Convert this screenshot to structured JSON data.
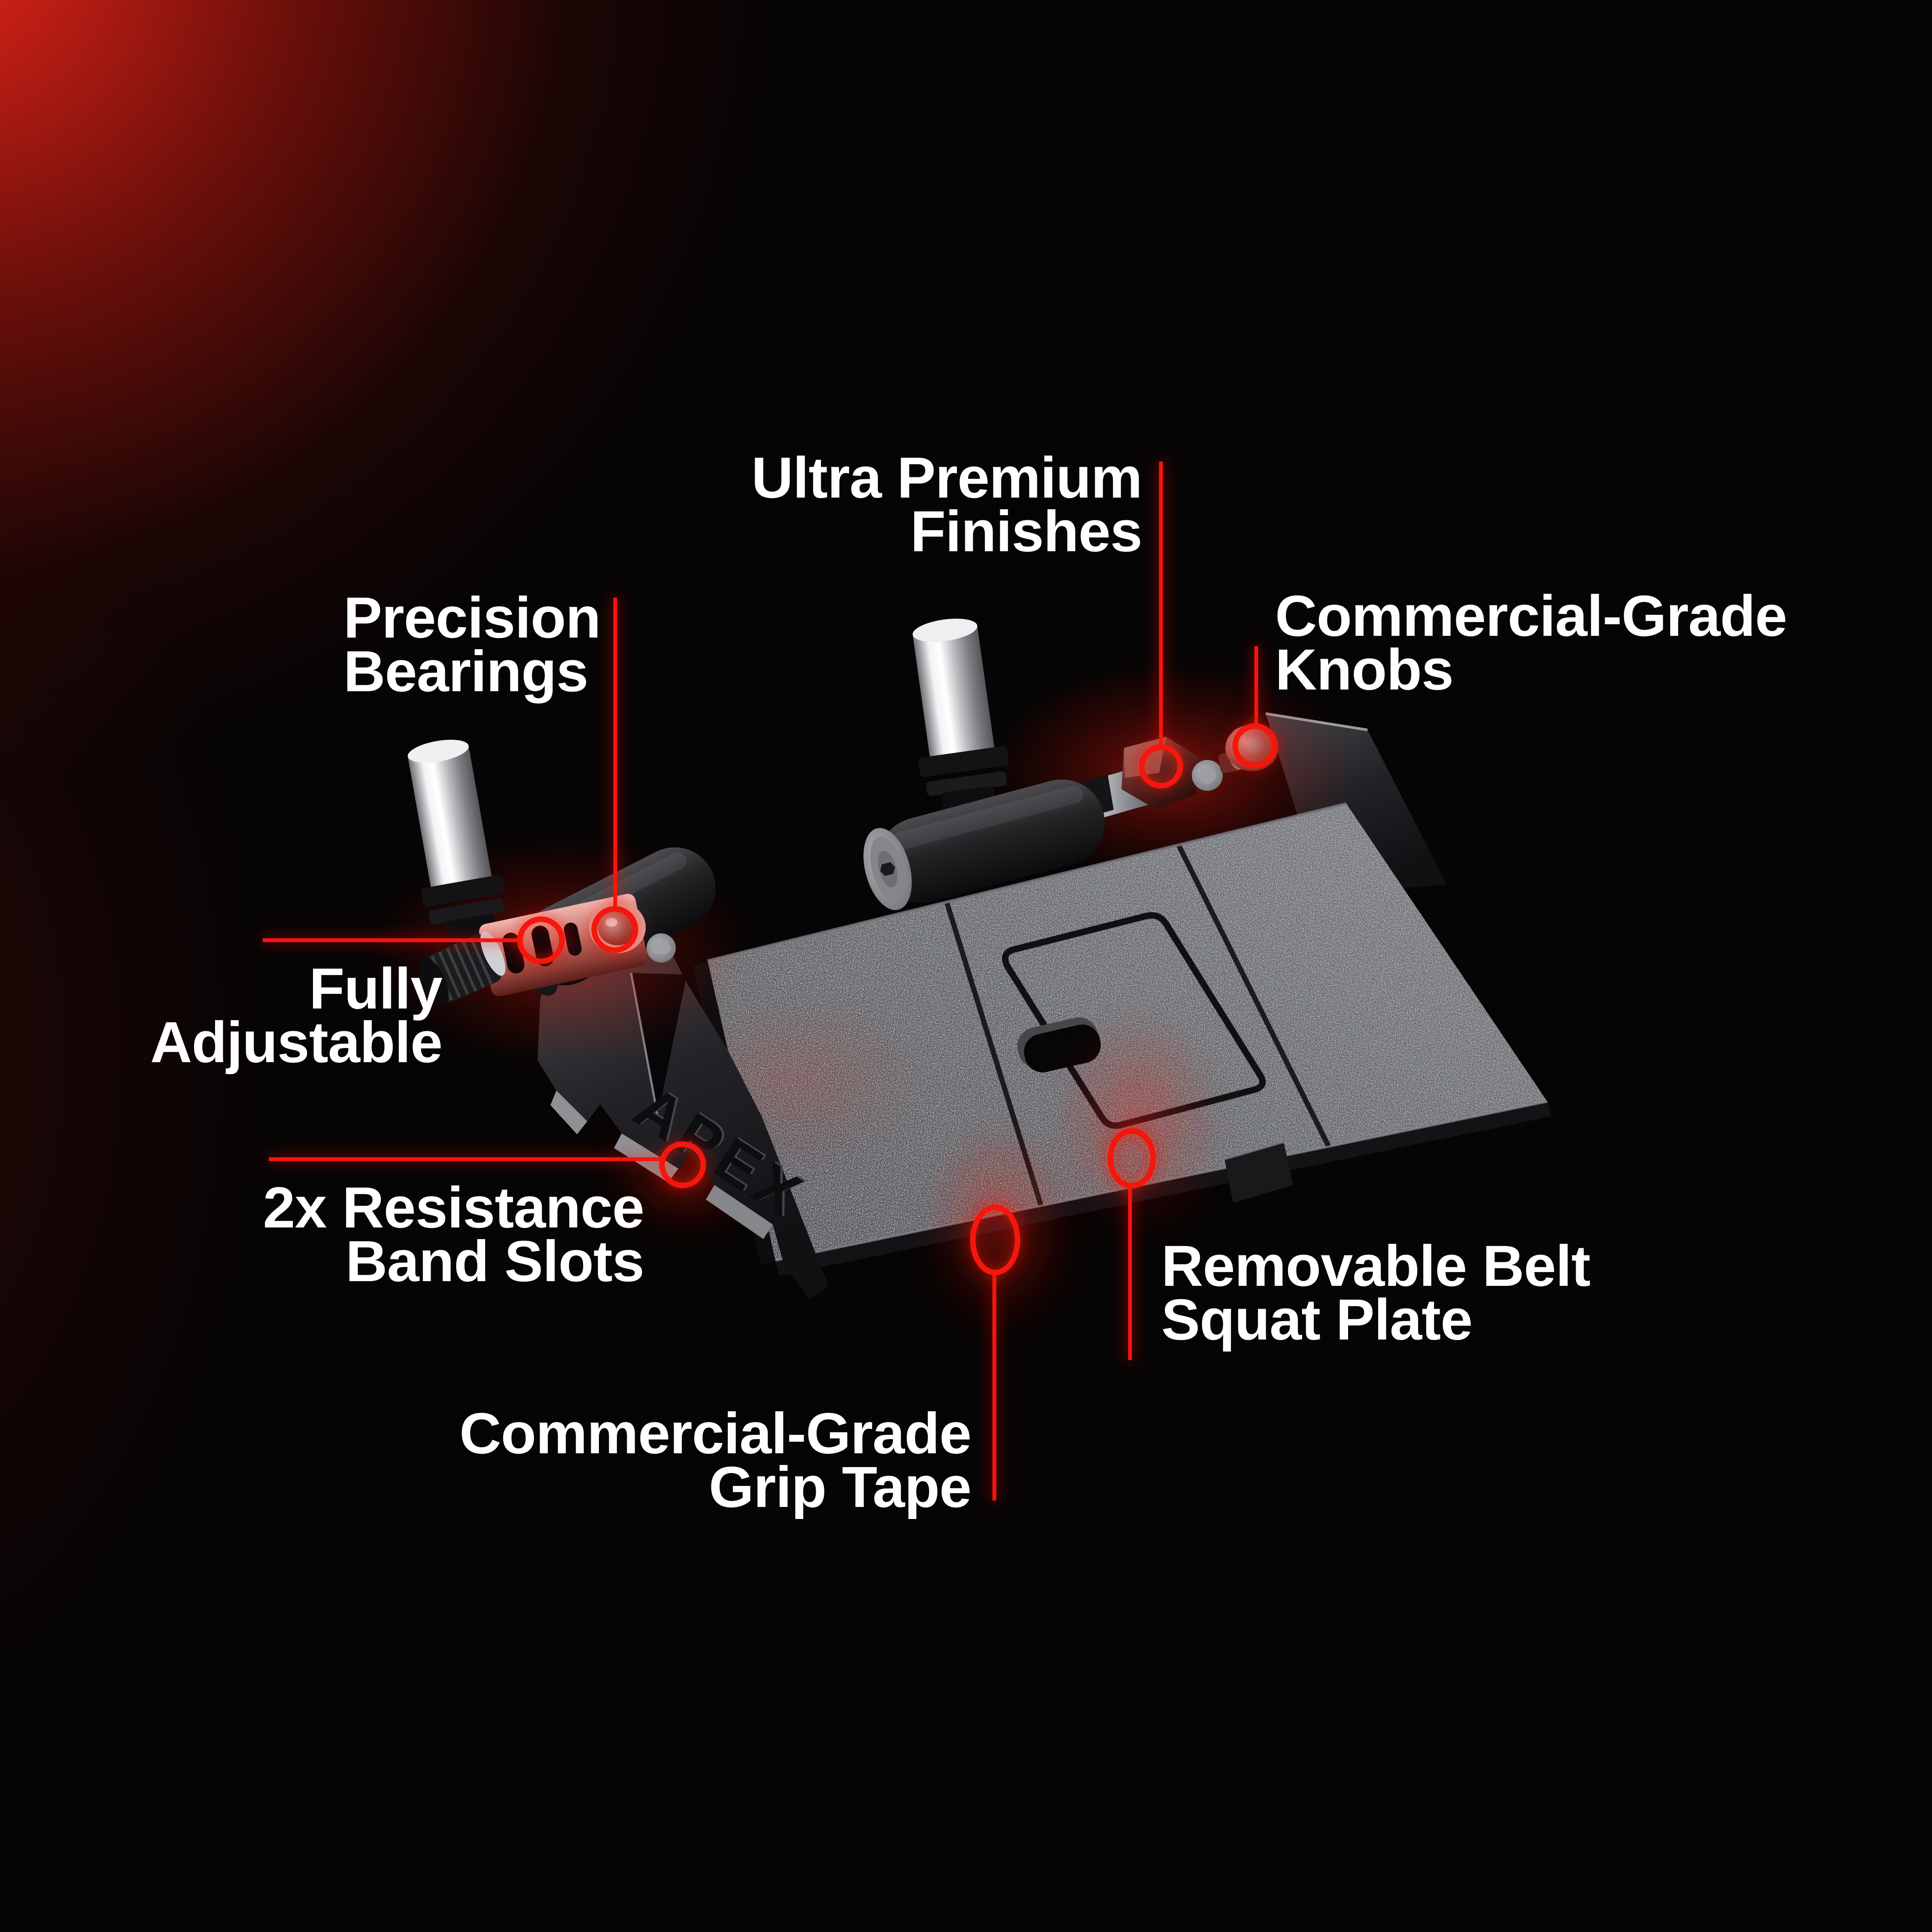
{
  "page": {
    "description": "Product feature callout diagram for squat wedge platform"
  },
  "background": {
    "base_color": "#060404",
    "glow_color": "#e82519"
  },
  "accent": {
    "callout_red": "#f5120c",
    "text_color": "#ffffff"
  },
  "product": {
    "brand": "APEX"
  },
  "callouts": [
    {
      "id": "ultra-premium-finishes",
      "line1": "Ultra Premium",
      "line2": "Finishes",
      "align": "right"
    },
    {
      "id": "commercial-grade-knobs",
      "line1": "Commercial-Grade",
      "line2": "Knobs",
      "align": "left"
    },
    {
      "id": "precision-bearings",
      "line1": "Precision",
      "line2": "Bearings",
      "align": "left"
    },
    {
      "id": "fully-adjustable",
      "line1": "Fully",
      "line2": "Adjustable",
      "align": "right"
    },
    {
      "id": "resistance-band-slots",
      "line1": "2x Resistance",
      "line2": "Band Slots",
      "align": "right"
    },
    {
      "id": "commercial-grade-grip-tape",
      "line1": "Commercial-Grade",
      "line2": "Grip Tape",
      "align": "right"
    },
    {
      "id": "removable-belt-squat-plate",
      "line1": "Removable Belt",
      "line2": "Squat Plate",
      "align": "left"
    }
  ]
}
